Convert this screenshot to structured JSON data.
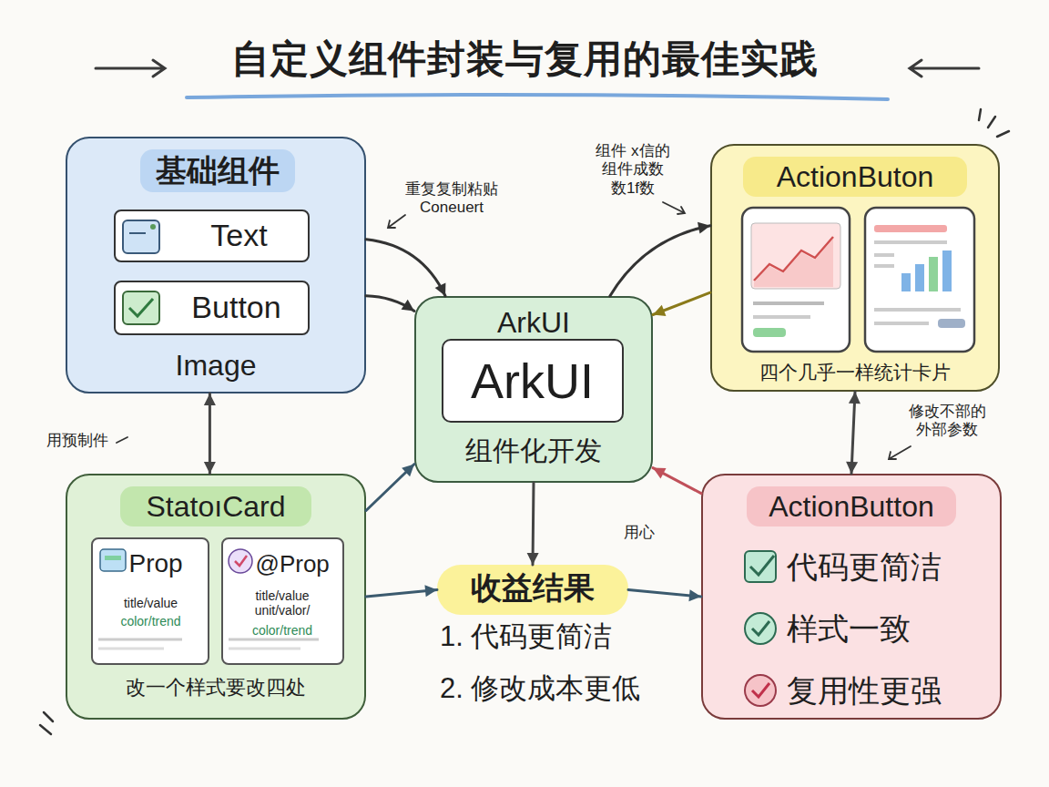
{
  "diagram": {
    "title": "自定义组件封装与复用的最佳实践",
    "nodes": [
      {
        "text": [
          "基础组件",
          "Image"
        ]
      },
      {
        "text": [
          "Text"
        ],
        "in": 0
      },
      {
        "text": [
          "Button"
        ],
        "in": 0
      },
      {
        "text": [
          "ActionButon",
          "四个几乎一样统计卡片"
        ]
      },
      {
        "text": [
          "ArkUI",
          "组件化开发"
        ]
      },
      {
        "text": [
          "ArkUI"
        ],
        "in": 4
      },
      {
        "text": [
          "StatoıCard",
          "改一个样式要改四处"
        ]
      },
      {
        "text": [
          "Prop",
          "title/value",
          "color/trend"
        ],
        "in": 6
      },
      {
        "text": [
          "@Prop",
          "title/value unit/valor/",
          "color/trend"
        ],
        "in": 6
      },
      {
        "text": [
          "收益结果"
        ]
      },
      {
        "text": [
          "ActionButton",
          "代码更简洁",
          "样式一致",
          "复用性更强"
        ]
      }
    ],
    "edges": [
      {
        "from": 0,
        "to": 4,
        "arrow": "to",
        "label": "重复复制粘贴 Coneuert"
      },
      {
        "from": 0,
        "to": 4,
        "arrow": "to"
      },
      {
        "from": 4,
        "to": 3,
        "arrow": "to",
        "label": "组件 x信的 组件成数 数1f数"
      },
      {
        "from": 3,
        "to": 4,
        "arrow": "to"
      },
      {
        "from": 0,
        "to": 6,
        "arrow": "both"
      },
      {
        "from": 6,
        "to": 4,
        "arrow": "to"
      },
      {
        "from": 4,
        "to": 9,
        "arrow": "to"
      },
      {
        "from": 6,
        "to": 9,
        "arrow": "to"
      },
      {
        "from": 9,
        "to": 10,
        "arrow": "to"
      },
      {
        "from": 10,
        "to": 4,
        "arrow": "to",
        "label": "用心"
      },
      {
        "from": 3,
        "to": 10,
        "arrow": "both",
        "label": "修改不部的 外部参数"
      }
    ],
    "labels": [
      "用预制件",
      "1. 代码更简洁",
      "2. 修改成本更低"
    ]
  }
}
